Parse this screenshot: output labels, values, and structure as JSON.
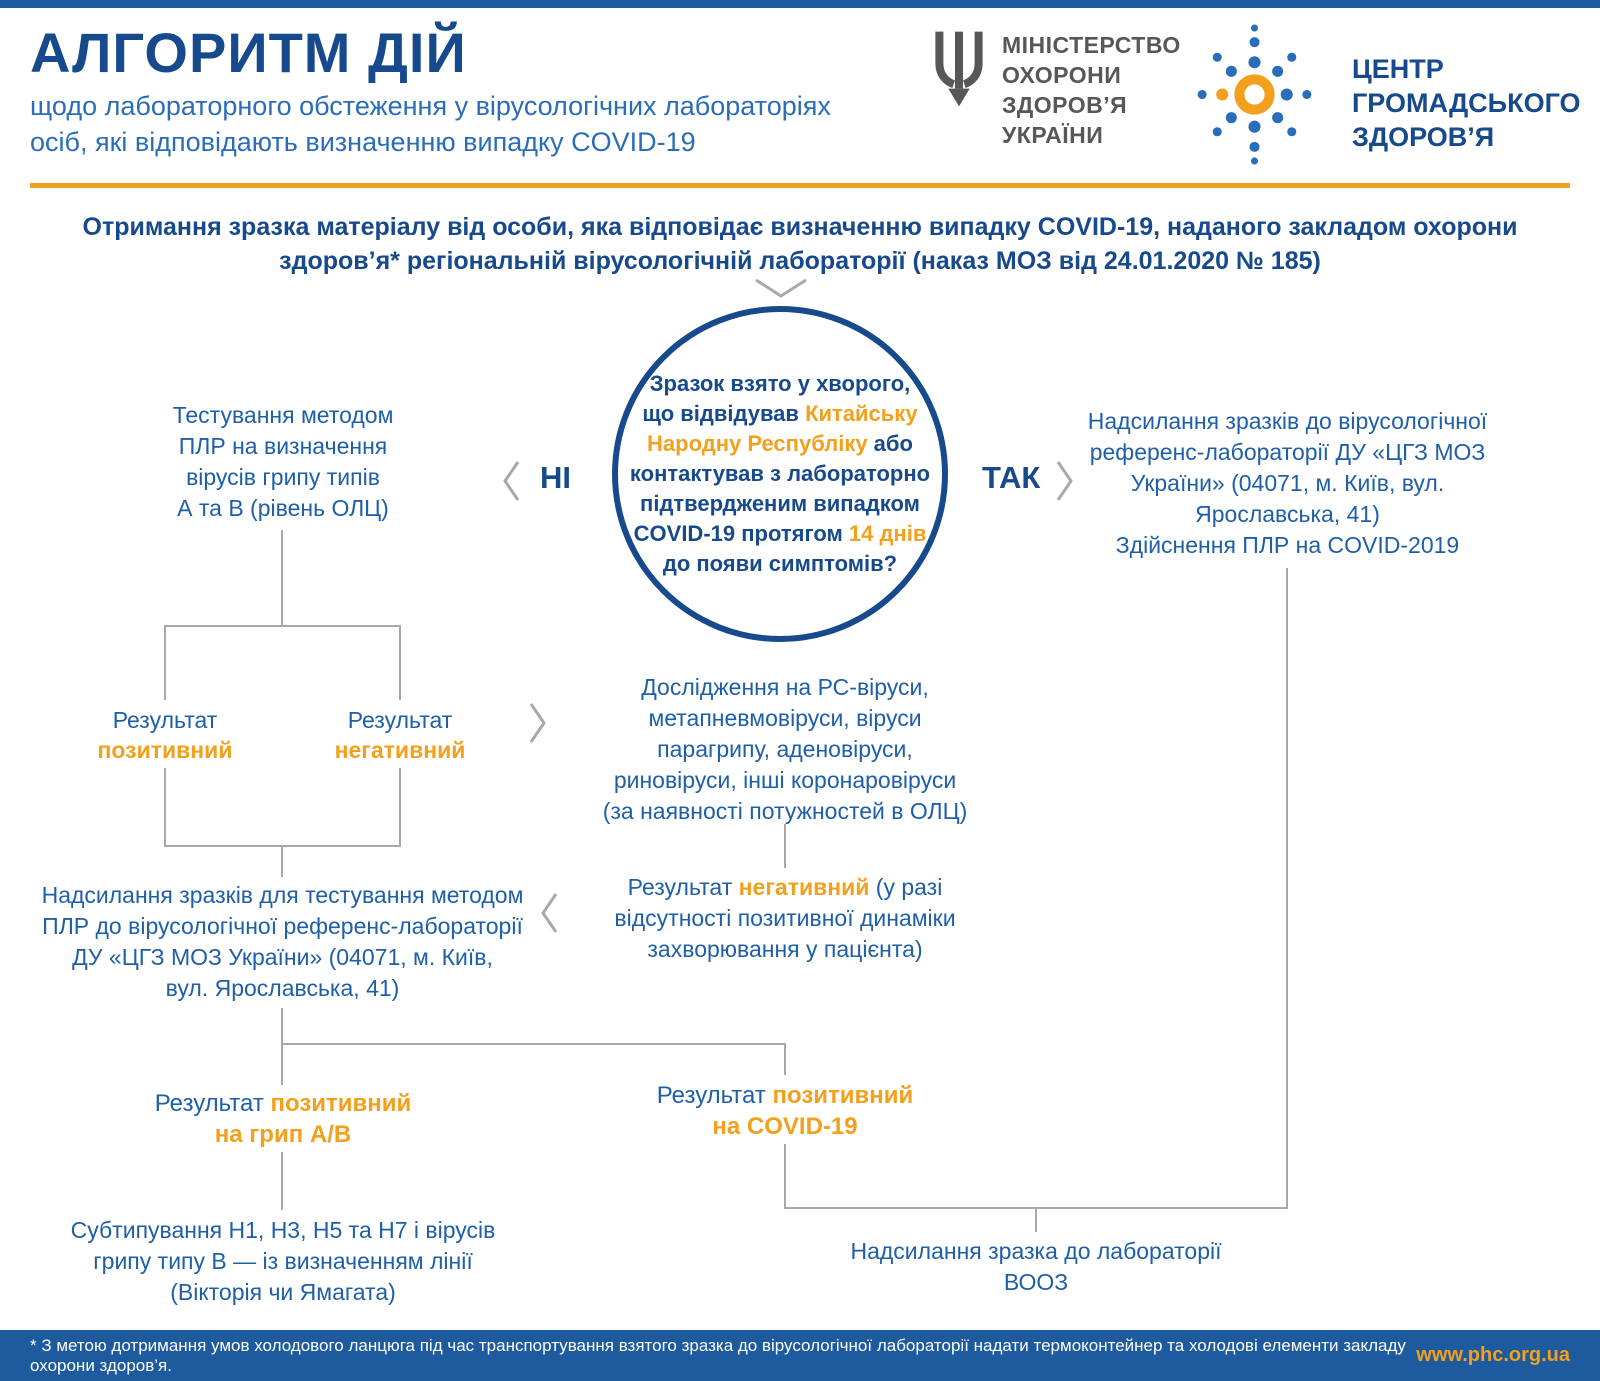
{
  "colors": {
    "dark_blue": "#174a8c",
    "mid_blue": "#1e5fa8",
    "bar_blue": "#1d5a9e",
    "orange": "#f2a01d",
    "line_gray": "#a9a9a9",
    "ministry_gray": "#575756"
  },
  "header": {
    "title": "АЛГОРИТМ ДІЙ",
    "subtitle": "щодо лабораторного обстеження у вірусологічних лабораторіях\nосіб, які відповідають визначенню випадку COVID-19",
    "ministry_name": "МІНІСТЕРСТВО\nОХОРОНИ\nЗДОРОВ’Я\nУКРАЇНИ",
    "phc_name": "ЦЕНТР\nГРОМАДСЬКОГО\nЗДОРОВ’Я"
  },
  "flow": {
    "intake": "Отримання зразка матеріалу від особи, яка відповідає визначенню випадку COVID-19, наданого закладом охорони\nздоров’я* регіональній вірусологічній лабораторії (наказ МОЗ від 24.01.2020 № 185)",
    "decision": {
      "seg1": "Зразок взято у хворого,\nщо відвідував ",
      "seg2": "Китайську\nНародну Республіку",
      "seg3": " або\nконтактував з лабораторно\nпідтвердженим випадком\nCOVID-19 протягом ",
      "seg4": "14 днів",
      "seg5": "\nдо появи симптомів?"
    },
    "no_label": "НІ",
    "yes_label": "ТАК",
    "pcr_flu": "Тестування методом\nПЛР на визначення\nвірусів грипу типів\nА та В (рівень ОЛЦ)",
    "send_ref_yes": "Надсилання зразків до вірусологічної\nреференс-лабораторії ДУ «ЦГЗ МОЗ\nУкраїни» (04071, м. Київ, вул.\nЯрославська, 41)\nЗдійснення ПЛР на COVID-2019",
    "result_positive": {
      "word": "Результат",
      "value": "позитивний"
    },
    "result_negative": {
      "word": "Результат",
      "value": "негативний"
    },
    "other_viruses": "Дослідження на РС-віруси,\nметапневмовіруси, віруси\nпарагрипу, аденовіруси,\nриновіруси, інші коронаровіруси\n(за наявності потужностей в ОЛЦ)",
    "result_negative_dynamics": {
      "seg1": "Результат ",
      "seg2": "негативний",
      "seg3": " (у разі\nвідсутності позитивної динаміки\nзахворювання у пацієнта)"
    },
    "send_ref_no": "Надсилання зразків для тестування методом\nПЛР до вірусологічної референс-лабораторії\nДУ «ЦГЗ МОЗ України» (04071, м. Київ,\nвул. Ярославська, 41)",
    "result_flu": {
      "line1_blue": "Результат ",
      "line1_orange": "позитивний",
      "line2": "на грип А/В"
    },
    "result_covid": {
      "line1_blue": "Результат ",
      "line1_orange": "позитивний",
      "line2": "на COVID-19"
    },
    "subtyping": "Субтипування H1, H3, H5 та H7 і вірусів\nгрипу типу В — із визначенням лінії\n(Вікторія чи Ямагата)",
    "send_who": "Надсилання зразка до лабораторії\nВООЗ"
  },
  "footer": {
    "note": "* З метою дотримання умов холодового ланцюга під час транспортування взятого зразка до вірусологічної лабораторії надати термоконтейнер та холодові елементи закладу охорони здоров’я.",
    "link": "www.phc.org.ua"
  }
}
